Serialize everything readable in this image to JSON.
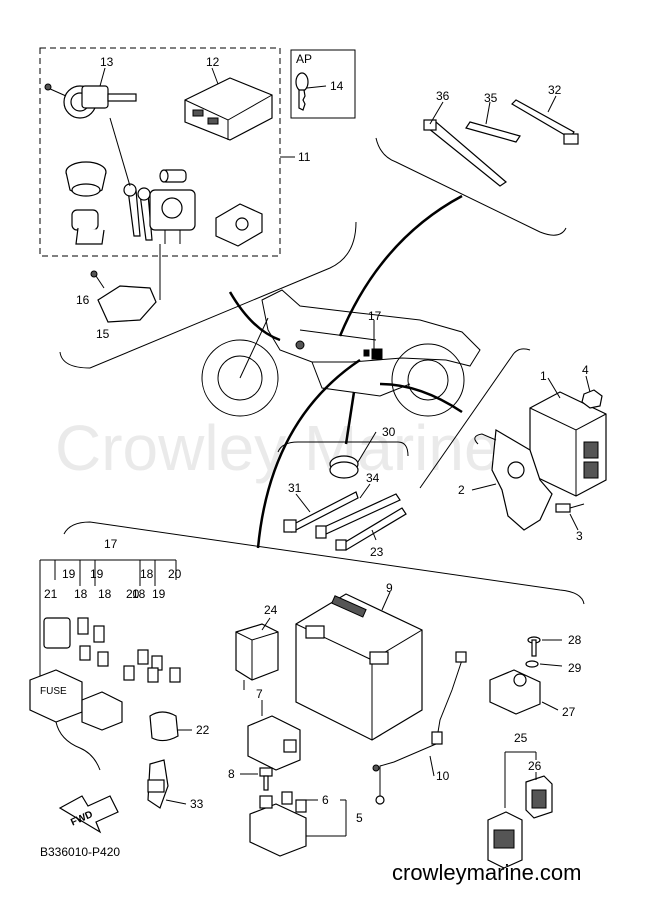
{
  "diagram": {
    "code": "B336010-P420",
    "website": "crowleymarine.com",
    "watermark": "Crowley Marine",
    "fwd_label": "FWD",
    "ap_label": "AP",
    "callouts": [
      "1",
      "2",
      "3",
      "4",
      "5",
      "6",
      "7",
      "8",
      "9",
      "10",
      "11",
      "12",
      "13",
      "14",
      "15",
      "16",
      "17",
      "18",
      "19",
      "20",
      "21",
      "22",
      "23",
      "24",
      "25",
      "26",
      "27",
      "28",
      "29",
      "30",
      "31",
      "32",
      "33",
      "34",
      "35",
      "36"
    ],
    "fuse_label": "FUSE"
  }
}
